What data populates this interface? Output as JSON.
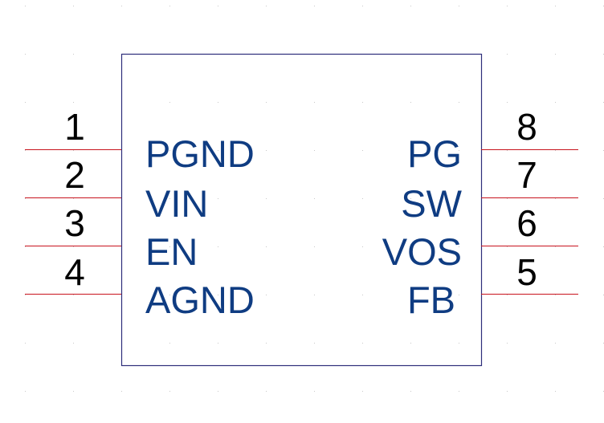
{
  "colors": {
    "background": "#ffffff",
    "body_outline": "#2e2e7a",
    "pin_line": "#c8141e",
    "pin_number": "#000000",
    "pin_name": "#0f3c82",
    "grid_dot": "#c8c8c8"
  },
  "left_pins": [
    {
      "number": "1",
      "name": "PGND"
    },
    {
      "number": "2",
      "name": "VIN"
    },
    {
      "number": "3",
      "name": "EN"
    },
    {
      "number": "4",
      "name": "AGND"
    }
  ],
  "right_pins": [
    {
      "number": "8",
      "name": "PG"
    },
    {
      "number": "7",
      "name": "SW"
    },
    {
      "number": "6",
      "name": "VOS"
    },
    {
      "number": "5",
      "name": "FB"
    }
  ]
}
